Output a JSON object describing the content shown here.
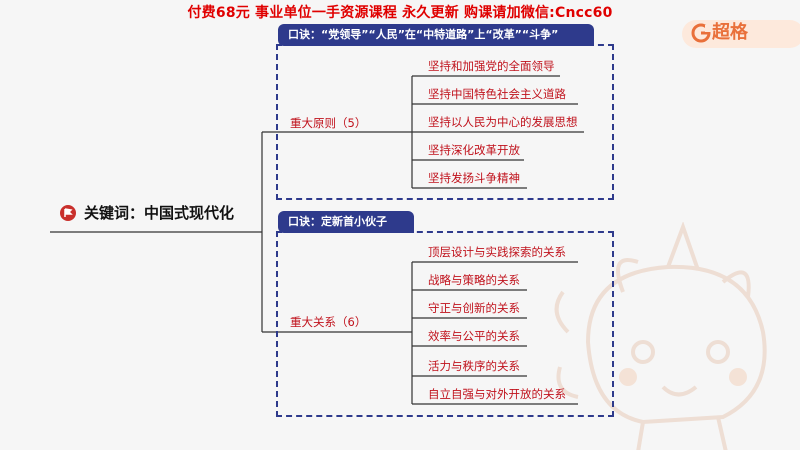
{
  "watermark": "付费68元 事业单位一手资源课程 永久更新 购课请加微信:Cncc60",
  "logo": {
    "text": "超格",
    "icon": "g-logo-icon"
  },
  "central": {
    "label": "关键词：中国式现代化",
    "icon": "flag-icon"
  },
  "branches": [
    {
      "tab": "口诀：“党领导”“人民”在“中特道路”上“改革”“斗争”",
      "label": "重大原则（5）",
      "items": [
        "坚持和加强党的全面领导",
        "坚持中国特色社会主义道路",
        "坚持以人民为中心的发展思想",
        "坚持深化改革开放",
        "坚持发扬斗争精神"
      ]
    },
    {
      "tab": "口诀：定新首小伙子",
      "label": "重大关系（6）",
      "items": [
        "顶层设计与实践探索的关系",
        "战略与策略的关系",
        "守正与创新的关系",
        "效率与公平的关系",
        "活力与秩序的关系",
        "自立自强与对外开放的关系"
      ]
    }
  ],
  "colors": {
    "accent_red": "#c0121c",
    "box_blue": "#2e3a8c",
    "logo_orange": "#e9703a"
  }
}
